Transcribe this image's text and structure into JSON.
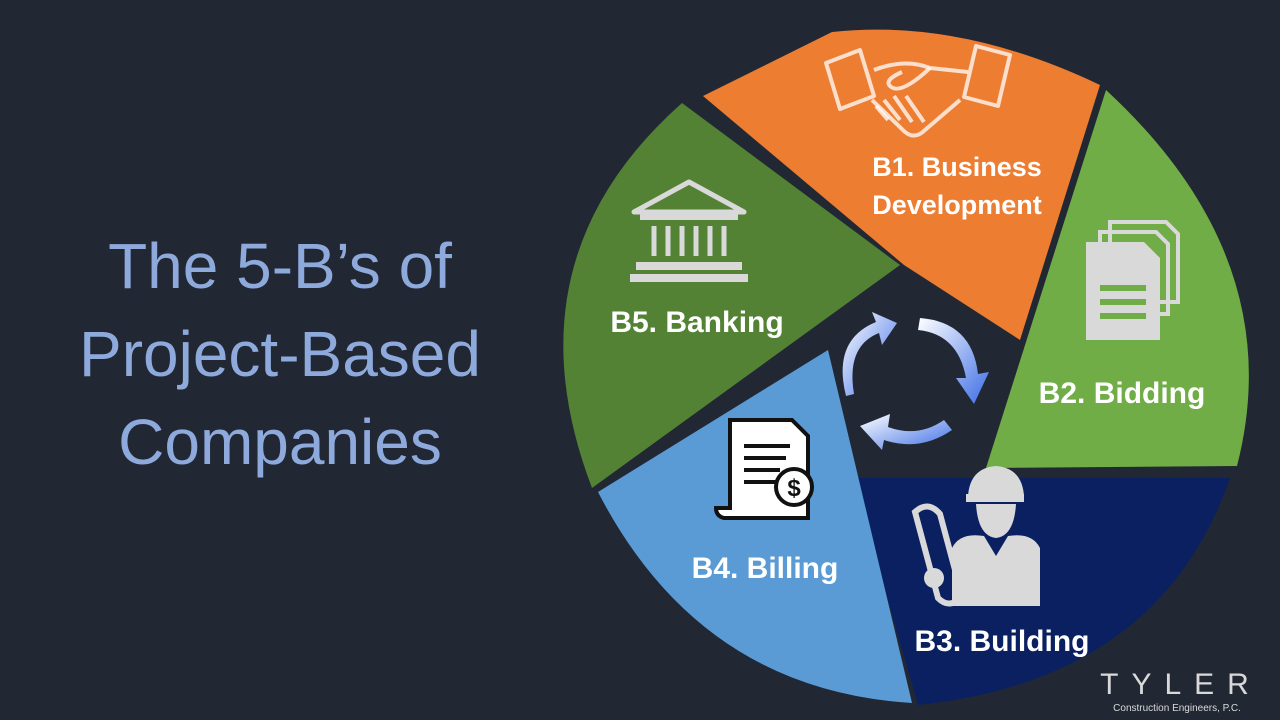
{
  "title": {
    "line1": "The 5-B’s of",
    "line2": "Project-Based",
    "line3": "Companies"
  },
  "segments": [
    {
      "id": "b1",
      "label_line1": "B1. Business",
      "label_line2": "Development",
      "color": "#ed7d31",
      "icon": "handshake-icon"
    },
    {
      "id": "b2",
      "label": "B2.  Bidding",
      "color": "#70ad47",
      "icon": "documents-icon"
    },
    {
      "id": "b3",
      "label": "B3. Building",
      "color": "#0a2061",
      "icon": "engineer-icon"
    },
    {
      "id": "b4",
      "label": "B4.  Billing",
      "color": "#5b9bd5",
      "icon": "invoice-icon"
    },
    {
      "id": "b5",
      "label": "B5.  Banking",
      "color": "#548235",
      "icon": "bank-icon"
    }
  ],
  "center_icon": "cycle-arrows-icon",
  "logo": {
    "brand": "TYLER",
    "subtitle": "Construction Engineers, P.C."
  }
}
